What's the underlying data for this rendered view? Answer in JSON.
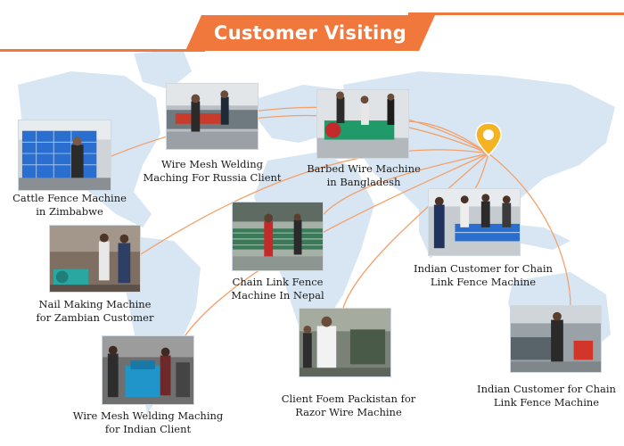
{
  "title": "Customer Visiting",
  "colors": {
    "accent": "#f0783c",
    "map": "#d7e6f2",
    "route": "#f4a06a"
  },
  "visits": [
    {
      "id": "zimbabwe",
      "line1": "Cattle Fence Machine",
      "line2": "in Zimbabwe"
    },
    {
      "id": "russia",
      "line1": "Wire Mesh Welding",
      "line2": "Maching For Russia Client"
    },
    {
      "id": "bangladesh",
      "line1": "Barbed Wire Machine",
      "line2": "in Bangladesh"
    },
    {
      "id": "zambia",
      "line1": "Nail Making Machine",
      "line2": "for Zambian Customer"
    },
    {
      "id": "nepal",
      "line1": "Chain Link Fence",
      "line2": "Machine In Nepal"
    },
    {
      "id": "india1",
      "line1": "Indian Customer for Chain",
      "line2": "Link Fence Machine"
    },
    {
      "id": "india2",
      "line1": "Wire Mesh Welding Maching",
      "line2": "for Indian Client"
    },
    {
      "id": "pakistan",
      "line1": "Client Foem Packistan for",
      "line2": "Razor Wire Machine"
    },
    {
      "id": "india3",
      "line1": "Indian Customer for Chain",
      "line2": "Link Fence Machine"
    }
  ],
  "icons": [
    "location-pin-icon"
  ]
}
